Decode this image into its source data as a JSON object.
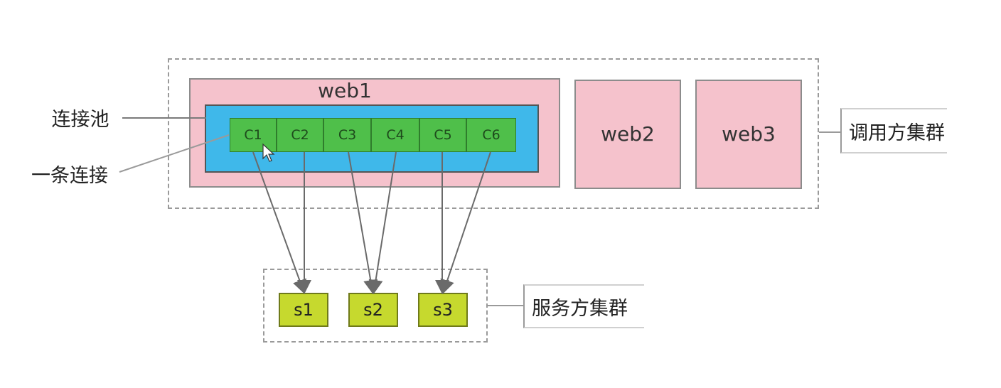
{
  "caller_cluster": {
    "label": "调用方集群",
    "web1": "web1",
    "web2": "web2",
    "web3": "web3"
  },
  "pool": {
    "label": "连接池",
    "connection_label": "一条连接",
    "connections": [
      "C1",
      "C2",
      "C3",
      "C4",
      "C5",
      "C6"
    ]
  },
  "provider_cluster": {
    "label": "服务方集群",
    "servers": [
      "s1",
      "s2",
      "s3"
    ]
  },
  "links": [
    {
      "from": "C1",
      "to": "s1"
    },
    {
      "from": "C2",
      "to": "s1"
    },
    {
      "from": "C3",
      "to": "s2"
    },
    {
      "from": "C4",
      "to": "s2"
    },
    {
      "from": "C5",
      "to": "s3"
    },
    {
      "from": "C6",
      "to": "s3"
    }
  ],
  "colors": {
    "web": "#f5c2cc",
    "pool": "#3fb8ea",
    "connection": "#4fbf4a",
    "server": "#c6d92e"
  }
}
